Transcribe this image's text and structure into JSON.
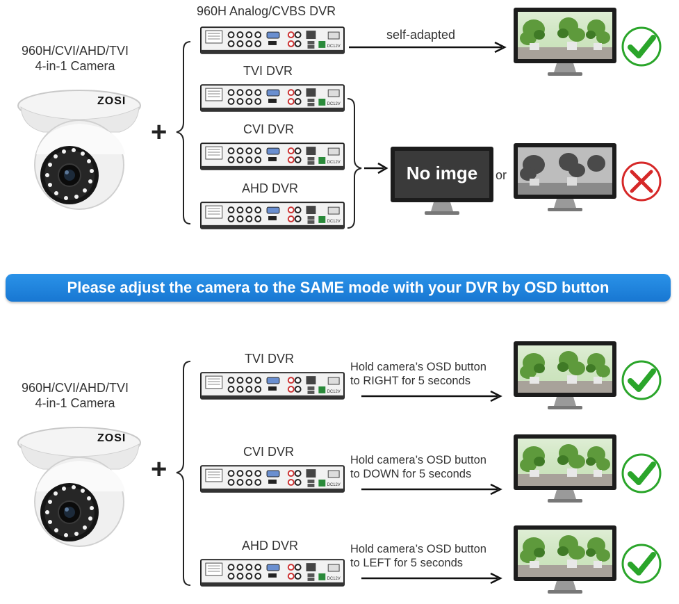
{
  "top": {
    "camera_label_line1": "960H/CVI/AHD/TVI",
    "camera_label_line2": "4-in-1 Camera",
    "camera_brand": "ZOSI",
    "dvr_analog": "960H Analog/CVBS DVR",
    "dvr_tvi": "TVI DVR",
    "dvr_cvi": "CVI DVR",
    "dvr_ahd": "AHD DVR",
    "self_adapted": "self-adapted",
    "no_image": "No imge",
    "or": "or"
  },
  "banner": "Please adjust the camera to the SAME mode with your DVR by OSD button",
  "bottom": {
    "camera_label_line1": "960H/CVI/AHD/TVI",
    "camera_label_line2": "4-in-1 Camera",
    "camera_brand": "ZOSI",
    "rows": [
      {
        "dvr": "TVI DVR",
        "line1": "Hold camera’s OSD button",
        "line2": "to RIGHT for 5 seconds"
      },
      {
        "dvr": "CVI DVR",
        "line1": "Hold camera’s OSD button",
        "line2": "to DOWN for 5 seconds"
      },
      {
        "dvr": "AHD DVR",
        "line1": "Hold camera’s OSD button",
        "line2": "to LEFT for 5 seconds"
      }
    ]
  },
  "colors": {
    "banner": "#1e82dc",
    "check": "#2aa52a",
    "cross": "#d62828",
    "monitor": "#1c1c1c"
  },
  "icons": [
    "camera-dome-icon",
    "dvr-recorder-icon",
    "monitor-icon",
    "checkmark-icon",
    "cross-icon",
    "arrow-icon",
    "brace-icon"
  ]
}
